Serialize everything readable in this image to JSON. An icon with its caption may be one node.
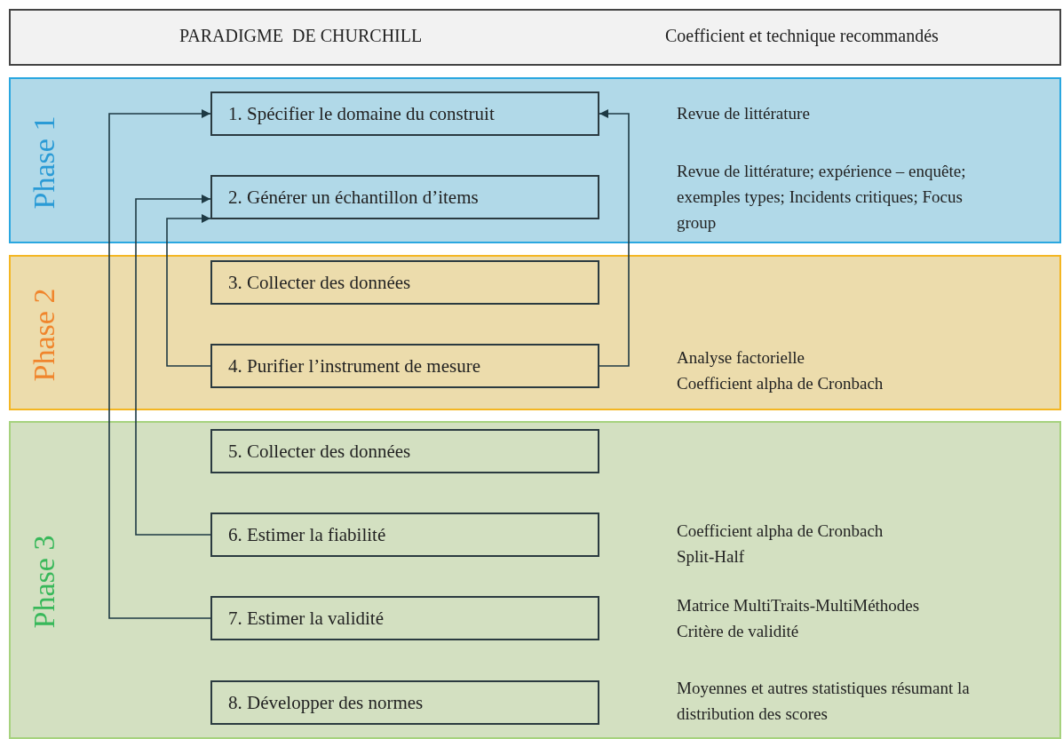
{
  "diagram": {
    "nodes": [
      {
        "text": [
          "PARADIGME  DE CHURCHILL",
          "Coefficient et technique recommandés"
        ]
      },
      {
        "text": [
          "Phase 1"
        ]
      },
      {
        "text": [
          "Phase 2"
        ]
      },
      {
        "text": [
          "Phase 3"
        ]
      },
      {
        "text": [
          "1. Spécifier le domaine du construit"
        ],
        "in": 1
      },
      {
        "text": [
          "2. Générer un échantillon d’items"
        ],
        "in": 1
      },
      {
        "text": [
          "3. Collecter des données"
        ],
        "in": 2
      },
      {
        "text": [
          "4. Purifier l’instrument de mesure"
        ],
        "in": 2
      },
      {
        "text": [
          "5. Collecter des données"
        ],
        "in": 3
      },
      {
        "text": [
          "6. Estimer la fiabilité"
        ],
        "in": 3
      },
      {
        "text": [
          "7. Estimer la validité"
        ],
        "in": 3
      },
      {
        "text": [
          "8. Développer des normes"
        ],
        "in": 3
      }
    ],
    "edges": [
      {
        "from": 7,
        "to": 4,
        "arrow": "to"
      },
      {
        "from": 7,
        "to": 5,
        "arrow": "to"
      },
      {
        "from": 9,
        "to": 5,
        "arrow": "to"
      },
      {
        "from": 10,
        "to": 4,
        "arrow": "to"
      }
    ],
    "labels": [
      "Revue de littérature",
      "Revue de littérature; expérience – enquête; exemples types; Incidents critiques; Focus group",
      "Analyse factorielle",
      "Coefficient alpha de Cronbach",
      "Coefficient alpha de Cronbach",
      "Split-Half",
      "Matrice MultiTraits-MultiMéthodes",
      "Critère de validité",
      "Moyennes et autres statistiques résumant la distribution des scores"
    ]
  }
}
